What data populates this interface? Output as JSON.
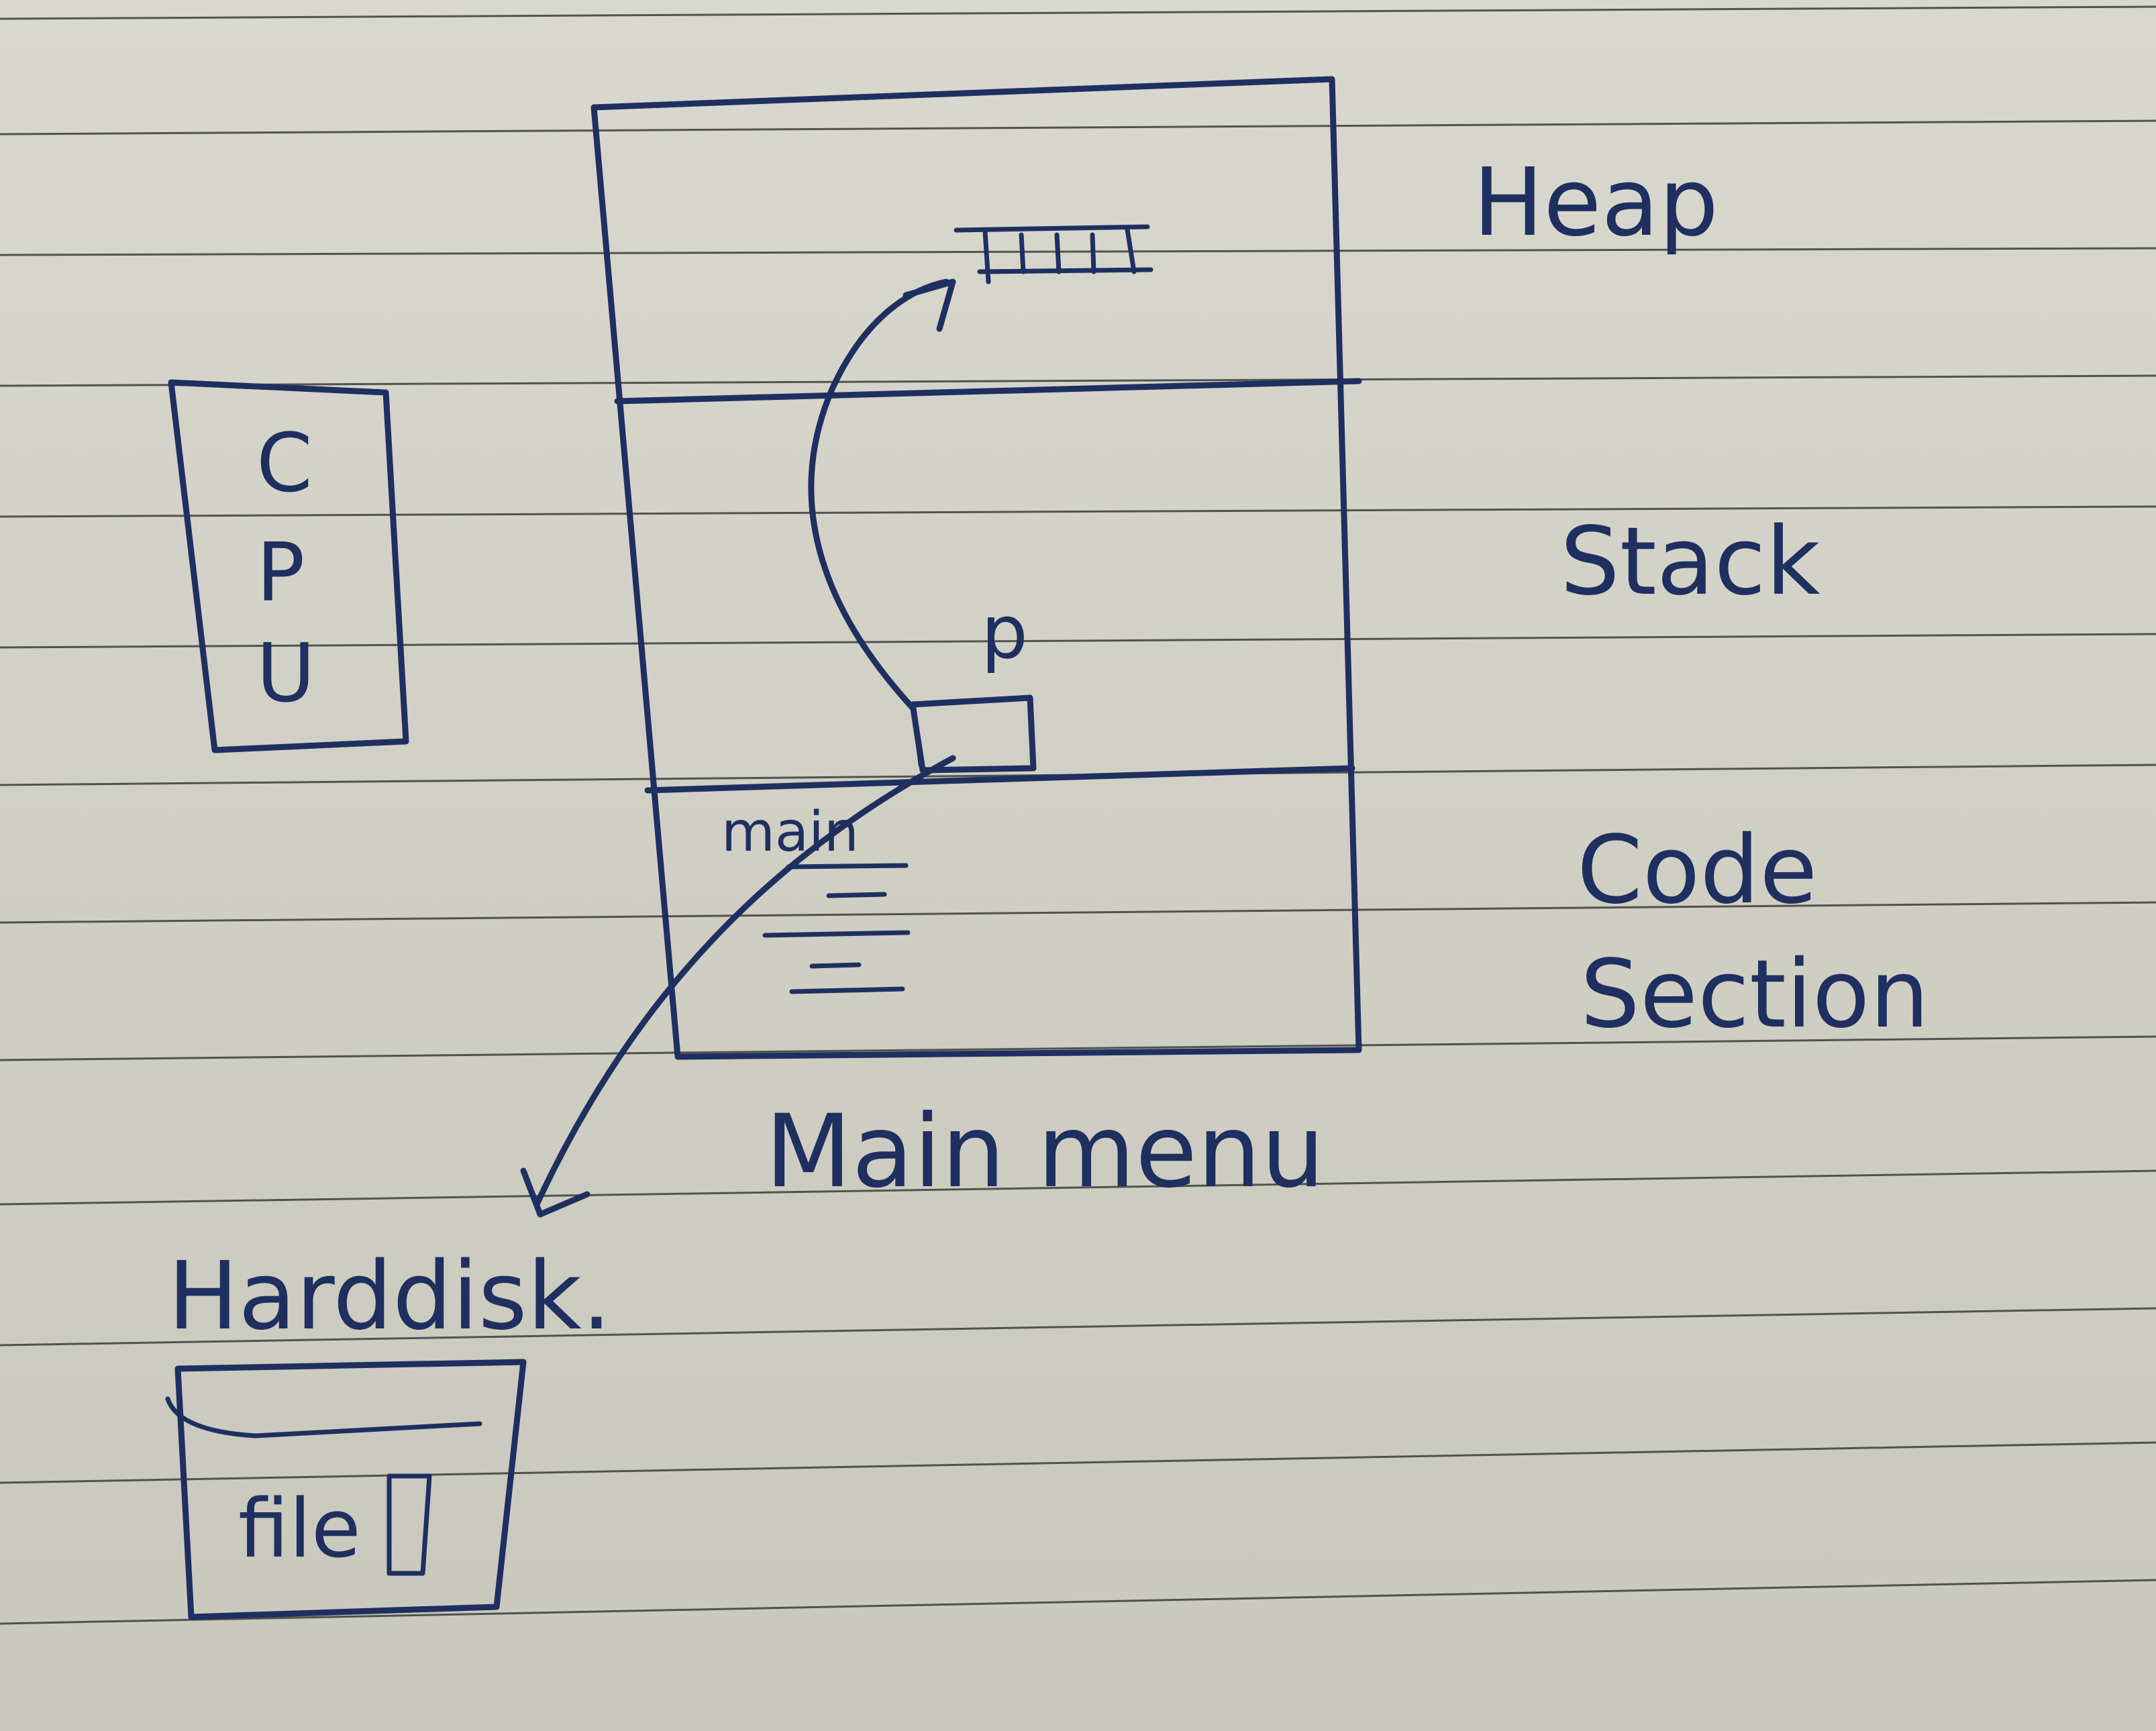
{
  "regions": {
    "heap": "Heap",
    "stack": "Stack",
    "code_section_line1": "Code",
    "code_section_line2": "Section"
  },
  "memory_caption": "Main menu",
  "cpu": {
    "letters": [
      "C",
      "P",
      "U"
    ]
  },
  "stack_var": "p",
  "code_fn": "main",
  "harddisk": {
    "label": "Harddisk.",
    "file": "file"
  },
  "colors": {
    "ink": "#1f2f5f",
    "paper": "#d4d3c9",
    "rule": "#3a3d38"
  }
}
